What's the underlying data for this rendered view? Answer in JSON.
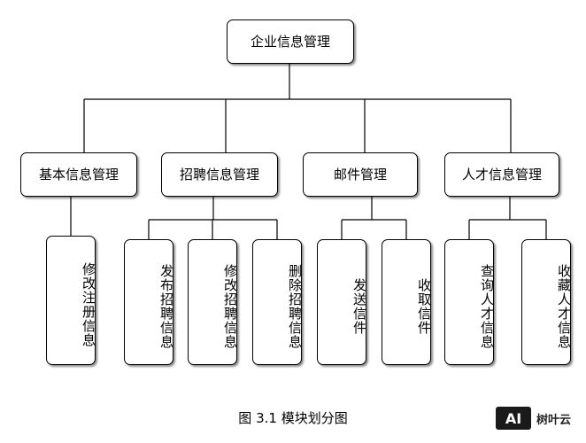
{
  "diagram": {
    "root": "企业信息管理",
    "modules": [
      {
        "label": "基本信息管理",
        "children": [
          "修改注册信息"
        ]
      },
      {
        "label": "招聘信息管理",
        "children": [
          "发布招聘信息",
          "修改招聘信息",
          "删除招聘信息"
        ]
      },
      {
        "label": "邮件管理",
        "children": [
          "发送信件",
          "收取信件"
        ]
      },
      {
        "label": "人才信息管理",
        "children": [
          "查询人才信息",
          "收藏人才信息"
        ]
      }
    ]
  },
  "caption": "图 3.1  模块划分图",
  "watermark": {
    "logo": "AI",
    "text": "树叶云"
  }
}
